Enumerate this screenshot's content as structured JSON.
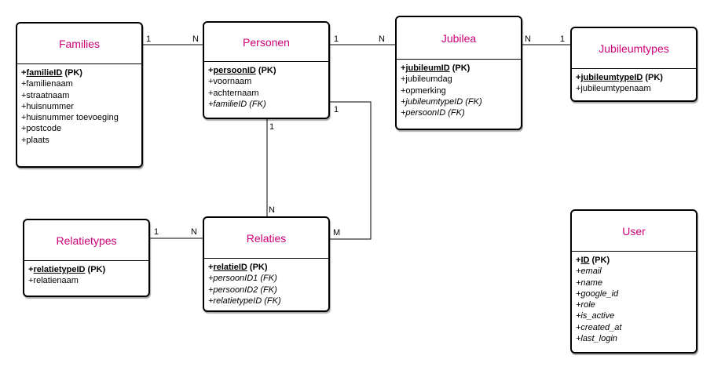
{
  "entities": {
    "families": {
      "title": "Families",
      "attributes": [
        {
          "prefix": "+",
          "name": "familieID",
          "suffix": " (PK)",
          "type": "pk"
        },
        {
          "text": "+familienaam"
        },
        {
          "text": "+straatnaam"
        },
        {
          "text": "+huisnummer"
        },
        {
          "text": "+huisnummer toevoeging"
        },
        {
          "text": "+postcode"
        },
        {
          "text": "+plaats"
        }
      ]
    },
    "personen": {
      "title": "Personen",
      "attributes": [
        {
          "prefix": "+",
          "name": "persoonID",
          "suffix": " (PK)",
          "type": "pk"
        },
        {
          "text": "+voornaam"
        },
        {
          "text": "+achternaam"
        },
        {
          "text": "+familieID (FK)",
          "type": "fk"
        }
      ]
    },
    "jubilea": {
      "title": "Jubilea",
      "attributes": [
        {
          "prefix": "+",
          "name": "jubileumID",
          "suffix": " (PK)",
          "type": "pk"
        },
        {
          "text": "+jubileumdag"
        },
        {
          "text": "+opmerking"
        },
        {
          "text": "+jubileumtypeID (FK)",
          "type": "fk"
        },
        {
          "text": "+persoonID (FK)",
          "type": "fk"
        }
      ]
    },
    "jubileumtypes": {
      "title": "Jubileumtypes",
      "attributes": [
        {
          "prefix": "+",
          "name": "jubileumtypeID",
          "suffix": " (PK)",
          "type": "pk"
        },
        {
          "text": "+jubileumtypenaam"
        }
      ]
    },
    "relatietypes": {
      "title": "Relatietypes",
      "attributes": [
        {
          "prefix": "+",
          "name": "relatietypeID",
          "suffix": " (PK)",
          "type": "pk"
        },
        {
          "text": "+relatienaam"
        }
      ]
    },
    "relaties": {
      "title": "Relaties",
      "attributes": [
        {
          "prefix": "+",
          "name": "relatieID",
          "suffix": " (PK)",
          "type": "pk"
        },
        {
          "text": "+persoonID1 (FK)",
          "type": "fk"
        },
        {
          "text": "+persoonID2 (FK)",
          "type": "fk"
        },
        {
          "text": "+relatietypeID (FK)",
          "type": "fk"
        }
      ]
    },
    "user": {
      "title": "User",
      "attributes": [
        {
          "prefix": "+",
          "name": "ID",
          "suffix": " (PK)",
          "type": "pk"
        },
        {
          "text": "+email",
          "type": "fk"
        },
        {
          "text": "+name",
          "type": "fk"
        },
        {
          "text": "+google_id",
          "type": "fk"
        },
        {
          "text": "+role",
          "type": "fk"
        },
        {
          "text": "+is_active",
          "type": "fk"
        },
        {
          "text": "+created_at",
          "type": "fk"
        },
        {
          "text": "+last_login",
          "type": "fk"
        }
      ]
    }
  },
  "cardinalities": {
    "families_personen_from": "1",
    "families_personen_to": "N",
    "personen_jubilea_from": "1",
    "personen_jubilea_to": "N",
    "jubilea_jubileumtypes_from": "N",
    "jubilea_jubileumtypes_to": "1",
    "personen_relaties_a_from": "1",
    "personen_relaties_a_to": "N",
    "personen_relaties_b_from": "1",
    "personen_relaties_b_to": "M",
    "relatietypes_relaties_from": "1",
    "relatietypes_relaties_to": "N"
  },
  "colors": {
    "title": "#cc0077",
    "line": "#000000"
  }
}
